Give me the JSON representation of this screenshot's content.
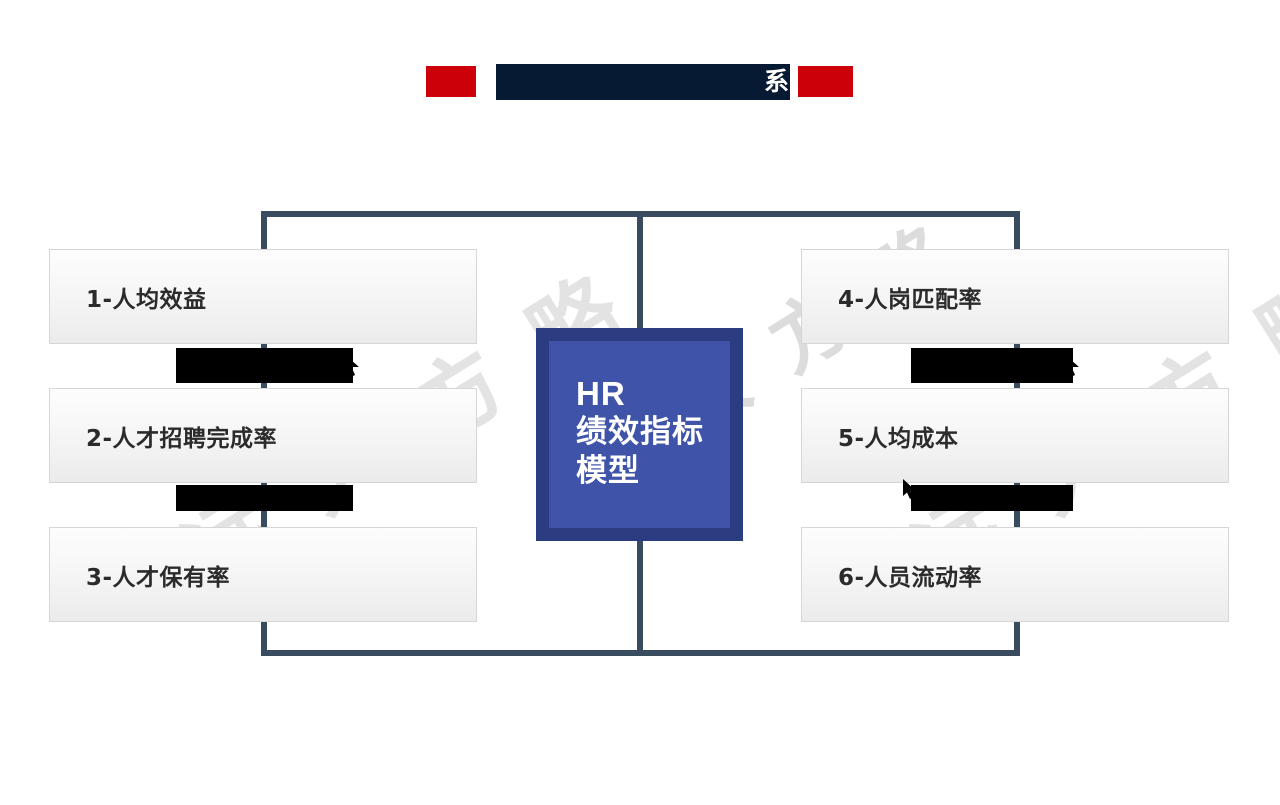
{
  "slide": {
    "title_bar": {
      "redacted_title_visible_tail": "系",
      "accent_color": "#CC0008",
      "redaction_color": "#061A33",
      "left_accent_name": "red-accent-block-left",
      "right_accent_name": "red-accent-block-right"
    },
    "watermark": {
      "text_left": "远 大 方 略",
      "text_right": "远 大 方 略",
      "text_center": "远 大 方 略"
    },
    "center_node": {
      "lines": [
        "HR",
        "绩效指标",
        "模型"
      ],
      "border_color": "#2B3C80",
      "fill_color": "#3F54A8",
      "text_color": "#FFFFFF"
    },
    "connector_color": "#394B5E",
    "cards_left": [
      {
        "label": "1-人均效益"
      },
      {
        "label": "2-人才招聘完成率"
      },
      {
        "label": "3-人才保有率"
      }
    ],
    "cards_right": [
      {
        "label": "4-人岗匹配率"
      },
      {
        "label": "5-人均成本"
      },
      {
        "label": "6-人员流动率"
      }
    ],
    "redactions": [
      {
        "id": "left-upper",
        "label": ""
      },
      {
        "id": "left-lower",
        "label": ""
      },
      {
        "id": "right-upper",
        "label": ""
      },
      {
        "id": "right-lower",
        "label": ""
      }
    ]
  }
}
